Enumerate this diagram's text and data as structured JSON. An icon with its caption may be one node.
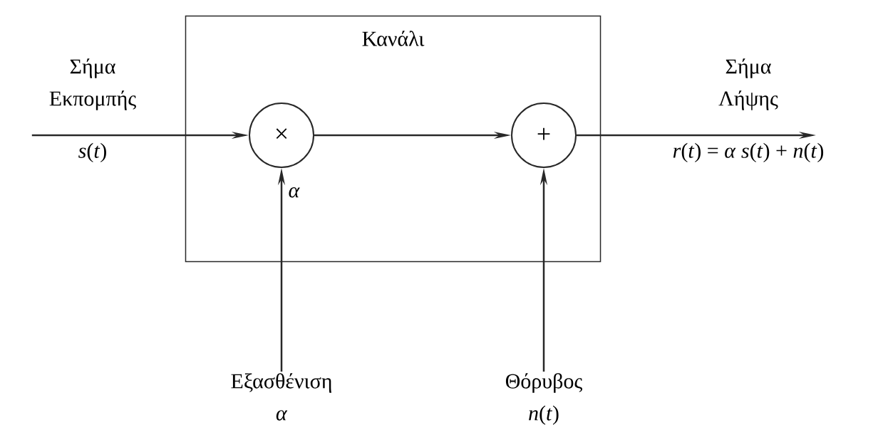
{
  "diagram": {
    "nodes": [
      {
        "text": [
          "Κανάλι"
        ]
      },
      {
        "text": [
          "×"
        ],
        "in": 0
      },
      {
        "text": [
          "+"
        ],
        "in": 0
      },
      {
        "text": [
          "Σήμα Εκπομπής",
          "*s*(*t*)"
        ]
      },
      {
        "text": [
          "Σήμα Λήψης",
          "*r*(*t*) = *α* *s*(*t*) + *n*(*t*)"
        ]
      },
      {
        "text": [
          "Εξασθένιση",
          "*α*"
        ]
      },
      {
        "text": [
          "Θόρυβος",
          "*n*(*t*)"
        ]
      }
    ],
    "edges": [
      {
        "from": 3,
        "to": 1,
        "arrow": "to"
      },
      {
        "from": 1,
        "to": 2,
        "arrow": "to"
      },
      {
        "from": 2,
        "to": 4,
        "arrow": "to"
      },
      {
        "from": 5,
        "to": 1,
        "arrow": "to",
        "label": "*α*"
      },
      {
        "from": 6,
        "to": 2,
        "arrow": "to"
      }
    ]
  }
}
